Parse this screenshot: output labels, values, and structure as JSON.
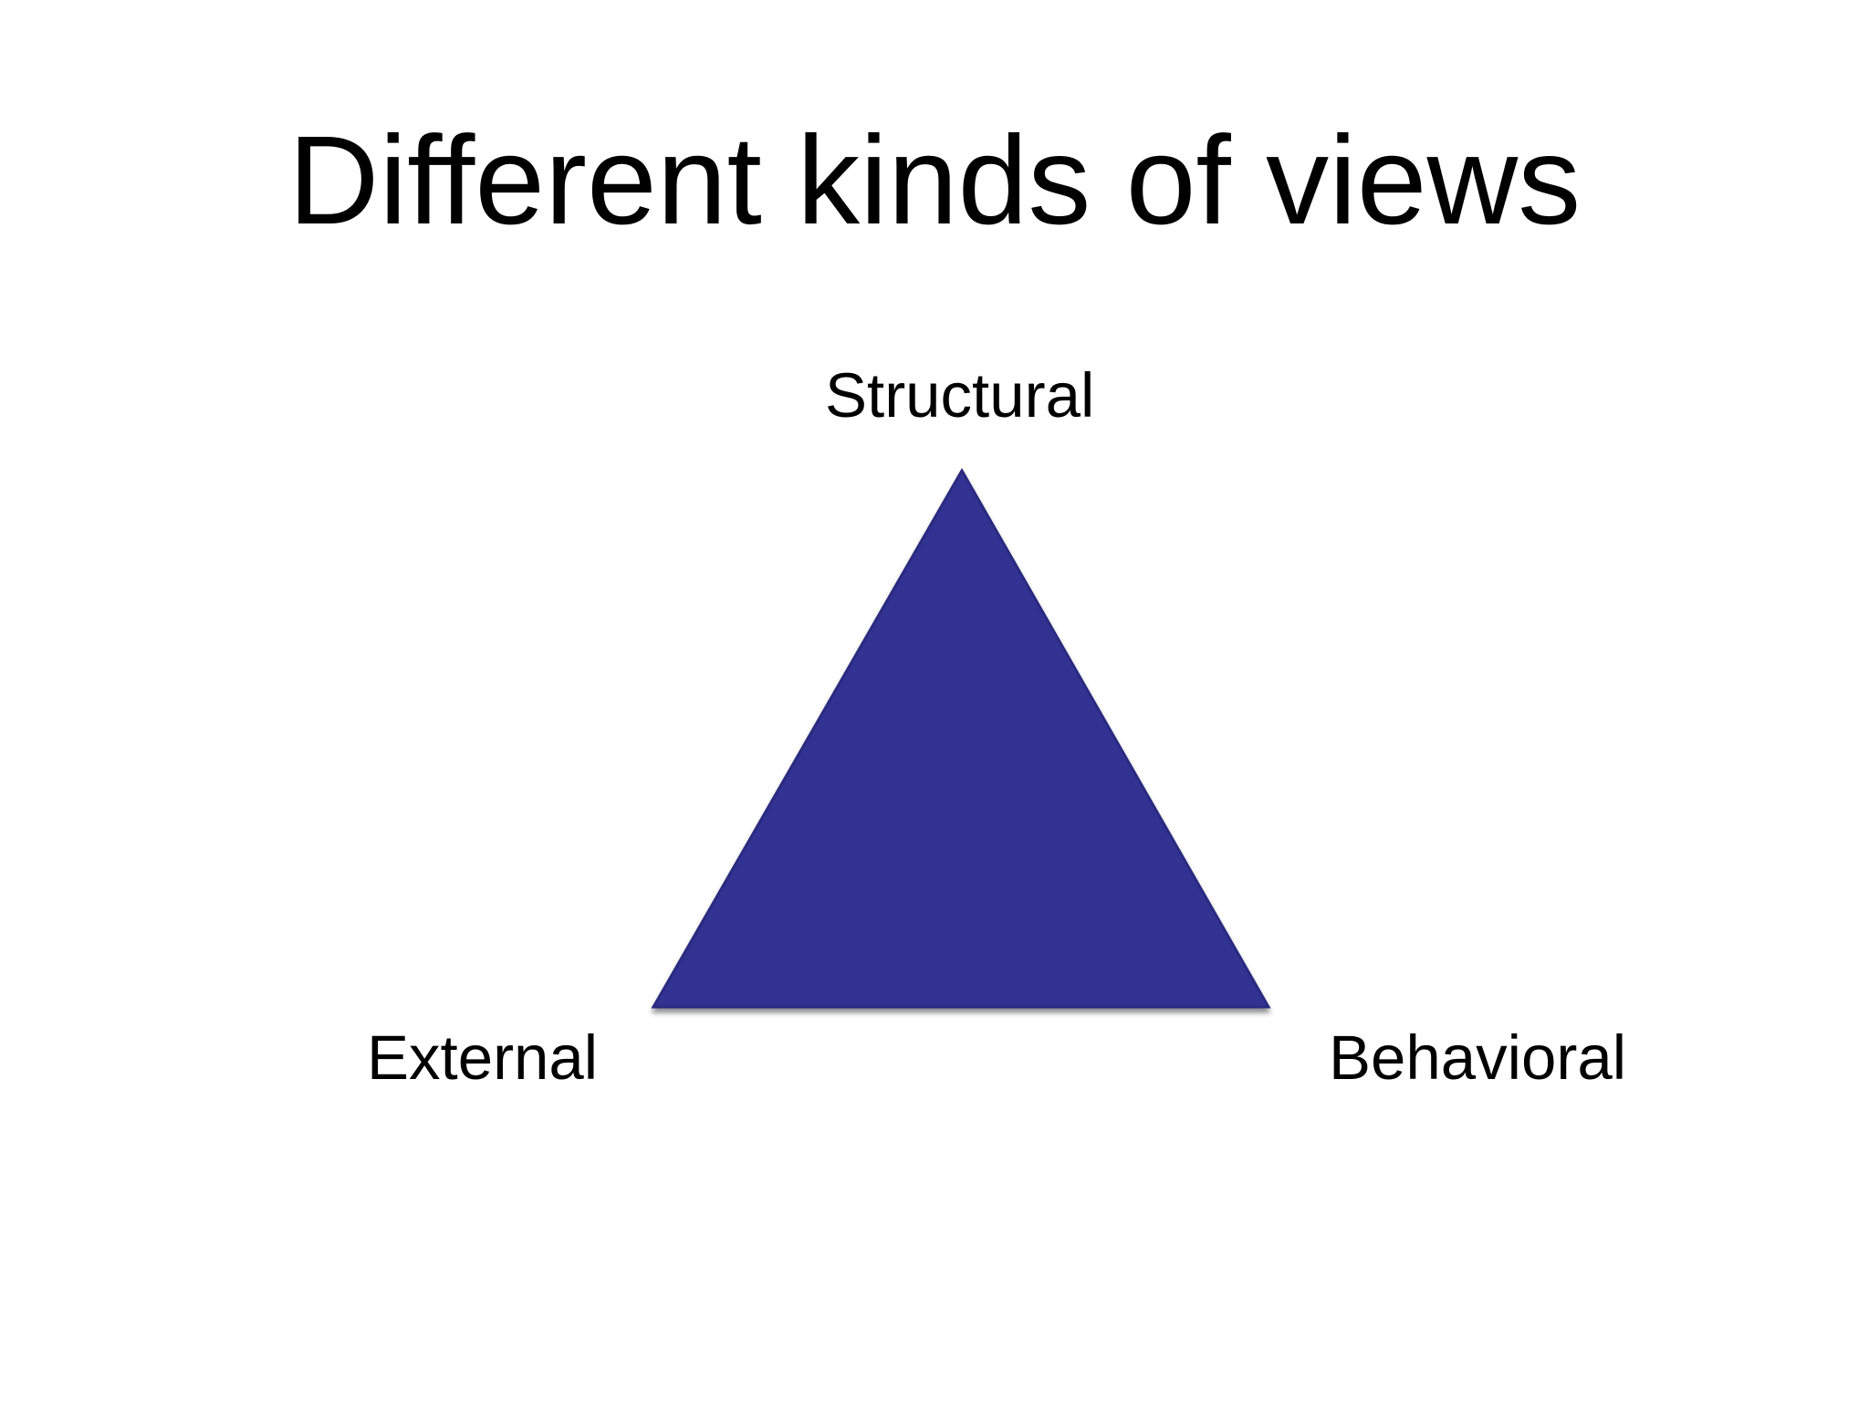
{
  "slide": {
    "title": "Different kinds of views"
  },
  "diagram": {
    "vertices": {
      "top": "Structural",
      "bottom_left": "External",
      "bottom_right": "Behavioral"
    },
    "colors": {
      "fill": "#333393",
      "edge": "#2a2a80",
      "shadow": "#9a9aa8"
    }
  }
}
